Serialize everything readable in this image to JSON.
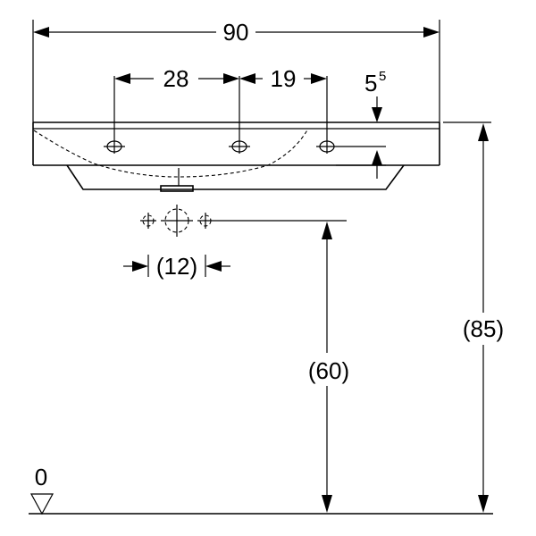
{
  "dimensions": {
    "overall_width": "90",
    "tap_spacing_left": "28",
    "tap_spacing_right": "19",
    "rim_thickness_base": "5",
    "rim_thickness_sup": "5",
    "waste_spacing": "(12)",
    "waste_height": "(60)",
    "rim_height": "(85)",
    "floor_level": "0"
  },
  "colors": {
    "line": "#000000",
    "background": "#ffffff"
  }
}
